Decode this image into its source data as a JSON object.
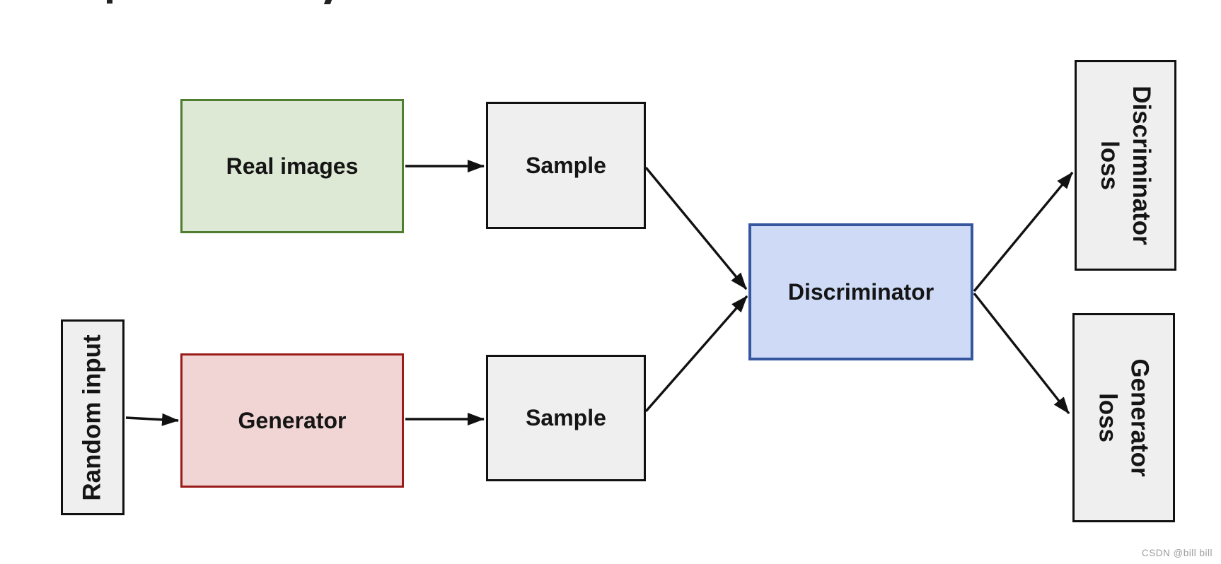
{
  "nodes": {
    "real_images": {
      "label": "Real images",
      "fill": "#dde9d4",
      "border": "#4f7d31"
    },
    "sample_top": {
      "label": "Sample",
      "fill": "#efefef",
      "border": "#111111"
    },
    "random_input": {
      "label": "Random input",
      "fill": "#efefef",
      "border": "#111111"
    },
    "generator": {
      "label": "Generator",
      "fill": "#f1d4d4",
      "border": "#9a1b1a"
    },
    "sample_bottom": {
      "label": "Sample",
      "fill": "#efefef",
      "border": "#111111"
    },
    "discriminator": {
      "label": "Discriminator",
      "fill": "#cedaf6",
      "border": "#36579f"
    },
    "discriminator_loss": {
      "label_line1": "Discriminator",
      "label_line2": "loss",
      "fill": "#efefef",
      "border": "#111111"
    },
    "generator_loss": {
      "label_line1": "Generator",
      "label_line2": "loss",
      "fill": "#efefef",
      "border": "#111111"
    }
  },
  "edges": [
    {
      "from": "real_images",
      "to": "sample_top"
    },
    {
      "from": "random_input",
      "to": "generator"
    },
    {
      "from": "generator",
      "to": "sample_bottom"
    },
    {
      "from": "sample_top",
      "to": "discriminator"
    },
    {
      "from": "sample_bottom",
      "to": "discriminator"
    },
    {
      "from": "discriminator",
      "to": "discriminator_loss"
    },
    {
      "from": "discriminator",
      "to": "generator_loss"
    }
  ],
  "arrow_color": "#111111",
  "watermark": {
    "text": "CSDN @bill bill",
    "color": "#9c9c9c"
  }
}
